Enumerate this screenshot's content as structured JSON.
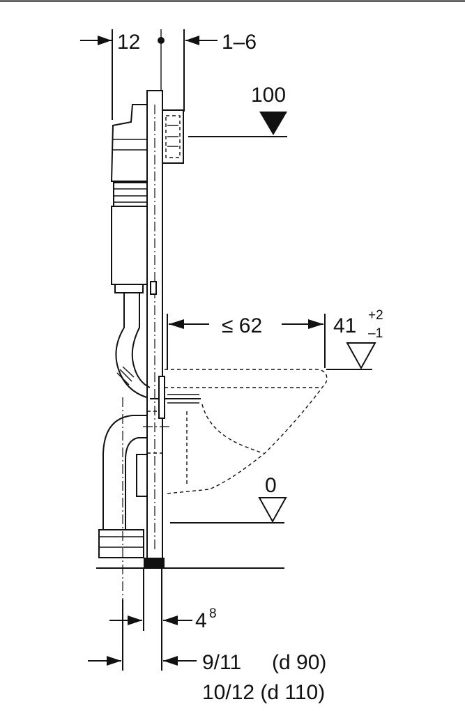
{
  "dimensions": {
    "top_left_offset": "12",
    "top_right_offset": "1–6",
    "flush_height": "100",
    "bowl_projection": "≤ 62",
    "bowl_height_main": "41",
    "bowl_height_plus": "+2",
    "bowl_height_minus": "–1",
    "floor_level": "0",
    "foot_depth_base": "4",
    "foot_depth_sup": "8",
    "drain_offset_1": "9/11",
    "drain_diameter_1": "(d 90)",
    "drain_offset_2": "10/12 (d 110)"
  },
  "colors": {
    "line": "#111111",
    "background": "#ffffff"
  }
}
